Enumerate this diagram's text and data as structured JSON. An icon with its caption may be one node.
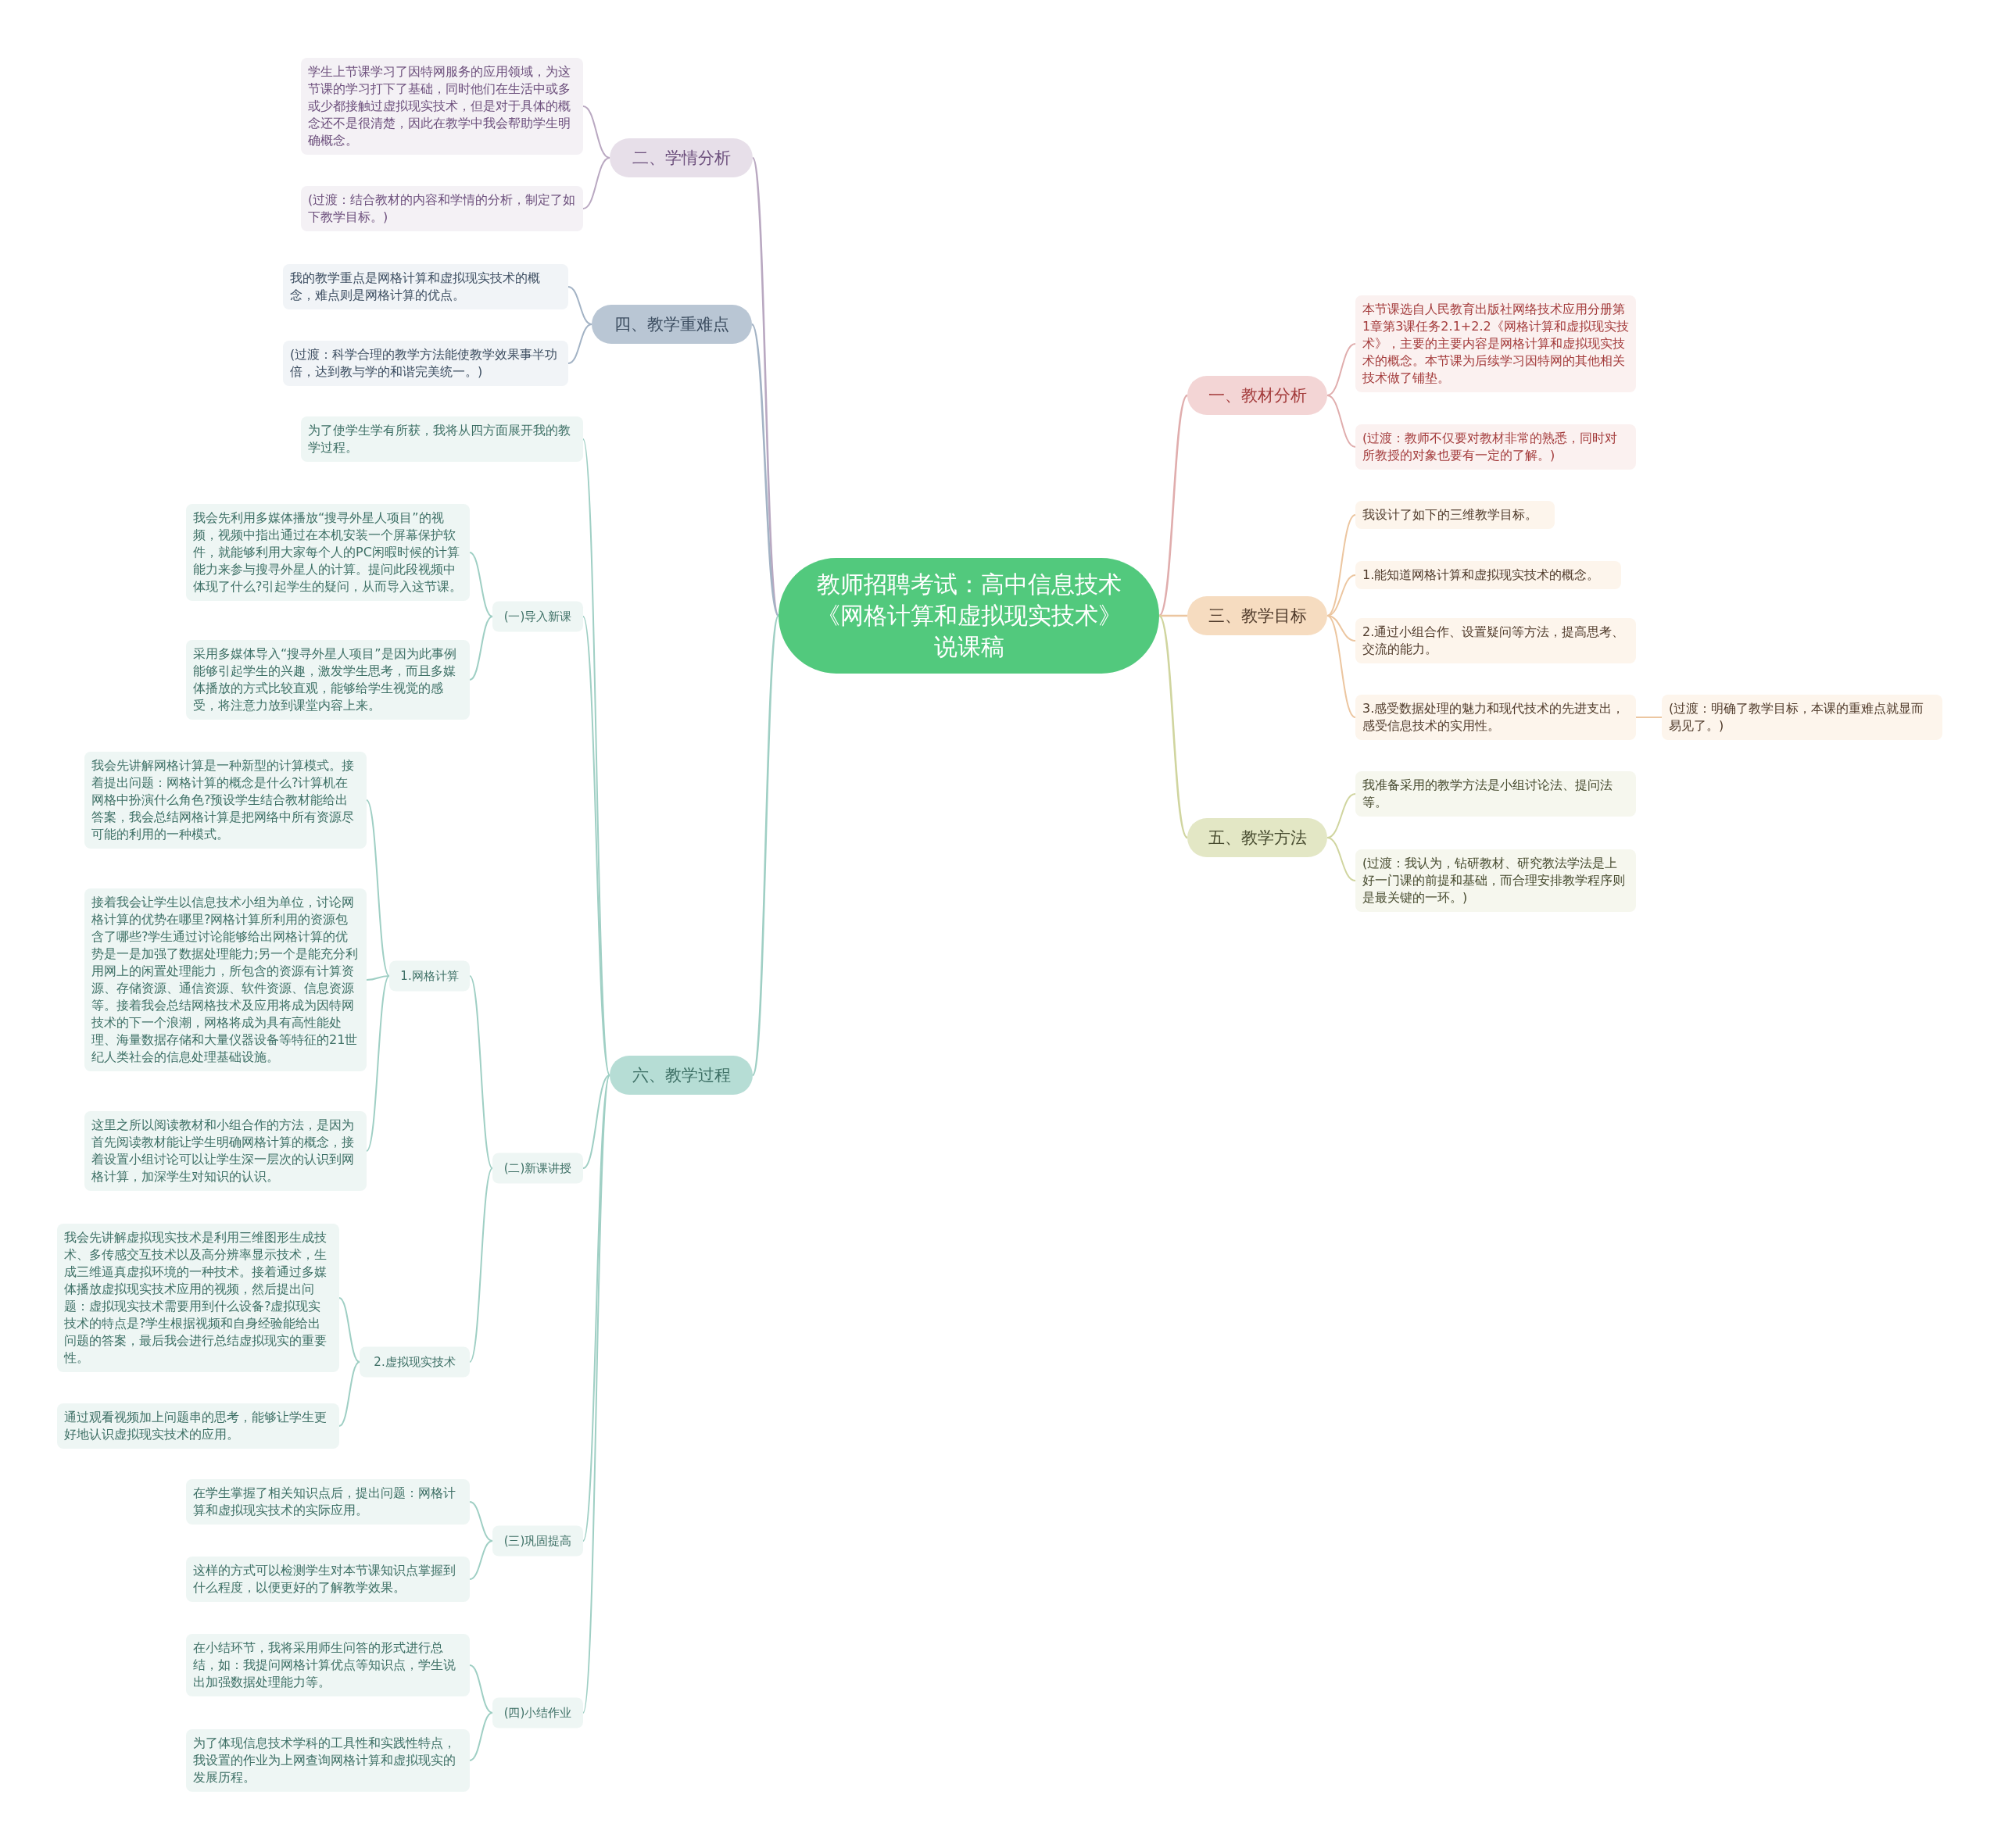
{
  "diagram": {
    "nodes": [
      {
        "text": [
          "教师招聘考试：高中信息技术《网格计算和虚拟现实技术》说课稿"
        ]
      },
      {
        "text": [
          "二、学情分析"
        ]
      },
      {
        "text": [
          "学生上节课学习了因特网服务的应用领域，为这节课的学习打下了基础，同时他们在生活中或多或少都接触过虚拟现实技术，但是对于具体的概念还不是很清楚，因此在教学中我会帮助学生明确概念。"
        ]
      },
      {
        "text": [
          "(过渡：结合教材的内容和学情的分析，制定了如下教学目标。)"
        ]
      },
      {
        "text": [
          "四、教学重难点"
        ]
      },
      {
        "text": [
          "我的教学重点是网格计算和虚拟现实技术的概念，难点则是网格计算的优点。"
        ]
      },
      {
        "text": [
          "(过渡：科学合理的教学方法能使教学效果事半功倍，达到教与学的和谐完美统一。)"
        ]
      },
      {
        "text": [
          "六、教学过程"
        ]
      },
      {
        "text": [
          "为了使学生学有所获，我将从四方面展开我的教学过程。"
        ]
      },
      {
        "text": [
          "(一)导入新课"
        ]
      },
      {
        "text": [
          "我会先利用多媒体播放“搜寻外星人项目”的视频，视频中指出通过在本机安装一个屏幕保护软件，就能够利用大家每个人的PC闲暇时候的计算能力来参与搜寻外星人的计算。提问此段视频中体现了什么?引起学生的疑问，从而导入这节课。"
        ]
      },
      {
        "text": [
          "采用多媒体导入“搜寻外星人项目”是因为此事例能够引起学生的兴趣，激发学生思考，而且多媒体播放的方式比较直观，能够给学生视觉的感受，将注意力放到课堂内容上来。"
        ]
      },
      {
        "text": [
          "(二)新课讲授"
        ]
      },
      {
        "text": [
          "1.网格计算"
        ]
      },
      {
        "text": [
          "我会先讲解网格计算是一种新型的计算模式。接着提出问题：网格计算的概念是什么?计算机在网格中扮演什么角色?预设学生结合教材能给出答案，我会总结网格计算是把网络中所有资源尽可能的利用的一种模式。"
        ]
      },
      {
        "text": [
          "接着我会让学生以信息技术小组为单位，讨论网格计算的优势在哪里?网格计算所利用的资源包含了哪些?学生通过讨论能够给出网格计算的优势是一是加强了数据处理能力;另一个是能充分利用网上的闲置处理能力，所包含的资源有计算资源、存储资源、通信资源、软件资源、信息资源等。接着我会总结网格技术及应用将成为因特网技术的下一个浪潮，网格将成为具有高性能处理、海量数据存储和大量仪器设备等特征的21世纪人类社会的信息处理基础设施。"
        ]
      },
      {
        "text": [
          "这里之所以阅读教材和小组合作的方法，是因为首先阅读教材能让学生明确网格计算的概念，接着设置小组讨论可以让学生深一层次的认识到网格计算，加深学生对知识的认识。"
        ]
      },
      {
        "text": [
          "2.虚拟现实技术"
        ]
      },
      {
        "text": [
          "我会先讲解虚拟现实技术是利用三维图形生成技术、多传感交互技术以及高分辨率显示技术，生成三维逼真虚拟环境的一种技术。接着通过多媒体播放虚拟现实技术应用的视频，然后提出问题：虚拟现实技术需要用到什么设备?虚拟现实技术的特点是?学生根据视频和自身经验能给出问题的答案，最后我会进行总结虚拟现实的重要性。"
        ]
      },
      {
        "text": [
          "通过观看视频加上问题串的思考，能够让学生更好地认识虚拟现实技术的应用。"
        ]
      },
      {
        "text": [
          "(三)巩固提高"
        ]
      },
      {
        "text": [
          "在学生掌握了相关知识点后，提出问题：网格计算和虚拟现实技术的实际应用。"
        ]
      },
      {
        "text": [
          "这样的方式可以检测学生对本节课知识点掌握到什么程度，以便更好的了解教学效果。"
        ]
      },
      {
        "text": [
          "(四)小结作业"
        ]
      },
      {
        "text": [
          "在小结环节，我将采用师生问答的形式进行总结，如：我提问网格计算优点等知识点，学生说出加强数据处理能力等。"
        ]
      },
      {
        "text": [
          "为了体现信息技术学科的工具性和实践性特点，我设置的作业为上网查询网格计算和虚拟现实的发展历程。"
        ]
      },
      {
        "text": [
          "一、教材分析"
        ]
      },
      {
        "text": [
          "本节课选自人民教育出版社网络技术应用分册第1章第3课任务2.1+2.2《网格计算和虚拟现实技术》，主要的主要内容是网格计算和虚拟现实技术的概念。本节课为后续学习因特网的其他相关技术做了铺垫。"
        ]
      },
      {
        "text": [
          "(过渡：教师不仅要对教材非常的熟悉，同时对所教授的对象也要有一定的了解。)"
        ]
      },
      {
        "text": [
          "三、教学目标"
        ]
      },
      {
        "text": [
          "我设计了如下的三维教学目标。"
        ]
      },
      {
        "text": [
          "1.能知道网格计算和虚拟现实技术的概念。"
        ]
      },
      {
        "text": [
          "2.通过小组合作、设置疑问等方法，提高思考、交流的能力。"
        ]
      },
      {
        "text": [
          "3.感受数据处理的魅力和现代技术的先进支出，感受信息技术的实用性。"
        ]
      },
      {
        "text": [
          "(过渡：明确了教学目标，本课的重难点就显而易见了。)"
        ]
      },
      {
        "text": [
          "五、教学方法"
        ]
      },
      {
        "text": [
          "我准备采用的教学方法是小组讨论法、提问法等。"
        ]
      },
      {
        "text": [
          "(过渡：我认为，钻研教材、研究教法学法是上好一门课的前提和基础，而合理安排教学程序则是最关键的一环。)"
        ]
      }
    ],
    "edges": [
      {
        "from": 0,
        "to": 1,
        "arrow": "none",
        "color": "#b9a8c1"
      },
      {
        "from": 1,
        "to": 2,
        "arrow": "none",
        "color": "#b9a8c1"
      },
      {
        "from": 1,
        "to": 3,
        "arrow": "none",
        "color": "#b9a8c1"
      },
      {
        "from": 0,
        "to": 4,
        "arrow": "none",
        "color": "#a3b3c5"
      },
      {
        "from": 4,
        "to": 5,
        "arrow": "none",
        "color": "#a3b3c5"
      },
      {
        "from": 4,
        "to": 6,
        "arrow": "none",
        "color": "#a3b3c5"
      },
      {
        "from": 0,
        "to": 7,
        "arrow": "none"
      },
      {
        "from": 7,
        "to": 8,
        "arrow": "none"
      },
      {
        "from": 7,
        "to": 9,
        "arrow": "none"
      },
      {
        "from": 9,
        "to": 10,
        "arrow": "none"
      },
      {
        "from": 9,
        "to": 11,
        "arrow": "none"
      },
      {
        "from": 7,
        "to": 12,
        "arrow": "none"
      },
      {
        "from": 12,
        "to": 13,
        "arrow": "none"
      },
      {
        "from": 13,
        "to": 14,
        "arrow": "none"
      },
      {
        "from": 13,
        "to": 15,
        "arrow": "none"
      },
      {
        "from": 13,
        "to": 16,
        "arrow": "none"
      },
      {
        "from": 12,
        "to": 17,
        "arrow": "none"
      },
      {
        "from": 17,
        "to": 18,
        "arrow": "none"
      },
      {
        "from": 17,
        "to": 19,
        "arrow": "none"
      },
      {
        "from": 7,
        "to": 20,
        "arrow": "none"
      },
      {
        "from": 20,
        "to": 21,
        "arrow": "none"
      },
      {
        "from": 20,
        "to": 22,
        "arrow": "none"
      },
      {
        "from": 7,
        "to": 23,
        "arrow": "none"
      },
      {
        "from": 23,
        "to": 24,
        "arrow": "none"
      },
      {
        "from": 23,
        "to": 25,
        "arrow": "none"
      },
      {
        "from": 0,
        "to": 26,
        "arrow": "none",
        "color": "#e0adad"
      },
      {
        "from": 26,
        "to": 27,
        "arrow": "none",
        "color": "#e0adad"
      },
      {
        "from": 26,
        "to": 28,
        "arrow": "none",
        "color": "#e0adad"
      },
      {
        "from": 0,
        "to": 29,
        "arrow": "none",
        "color": "#ecc6a0"
      },
      {
        "from": 29,
        "to": 30,
        "arrow": "none",
        "color": "#ecc6a0"
      },
      {
        "from": 29,
        "to": 31,
        "arrow": "none",
        "color": "#ecc6a0"
      },
      {
        "from": 29,
        "to": 32,
        "arrow": "none",
        "color": "#ecc6a0"
      },
      {
        "from": 29,
        "to": 33,
        "arrow": "none",
        "color": "#ecc6a0"
      },
      {
        "from": 33,
        "to": 34,
        "arrow": "none",
        "color": "#ecc6a0"
      },
      {
        "from": 0,
        "to": 35,
        "arrow": "none",
        "color": "#d0d59f"
      },
      {
        "from": 35,
        "to": 36,
        "arrow": "none",
        "color": "#d0d59f"
      },
      {
        "from": 35,
        "to": 37,
        "arrow": "none",
        "color": "#d0d59f"
      }
    ]
  }
}
